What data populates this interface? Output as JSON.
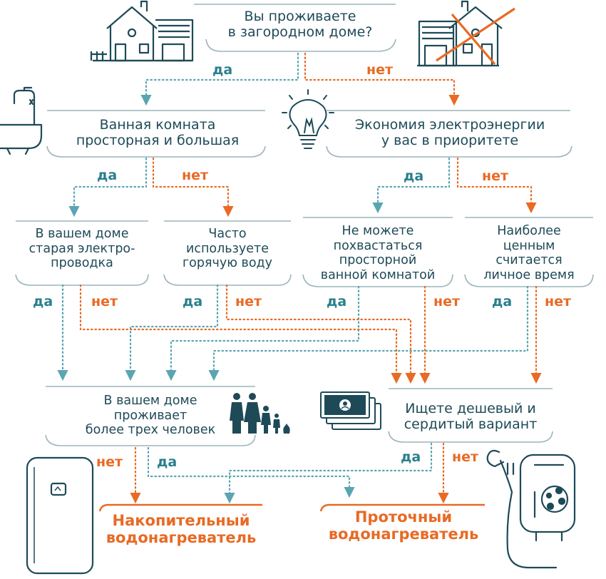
{
  "labels": {
    "yes": "да",
    "no": "нет"
  },
  "questions": {
    "q1": "Вы проживаете\nв загородном доме?",
    "q2": "Ванная комната\nпросторная и большая",
    "q3": "Экономия электроэнергии\nу вас в приоритете",
    "q4": "В вашем доме\nстарая электро-\nпроводка",
    "q5": "Часто\nиспользуете\nгорячую воду",
    "q6": "Не можете\nпохвастаться\nпросторной\nванной комнатой",
    "q7": "Наиболее\nценным\nсчитается\nличное время",
    "q8": "В вашем доме\nпроживает\nболее трех человек",
    "q9": "Ищете дешевый и\nсердитый вариант"
  },
  "results": {
    "storage": "Накопительный\nводонагреватель",
    "flow": "Проточный\nводонагреватель"
  },
  "colors": {
    "teal": "#2a7f8e",
    "dark": "#1e4a58",
    "orange": "#e86a24",
    "line": "#9ab5bc"
  },
  "icons": [
    "house-icon",
    "crossed-house-icon",
    "bathtub-icon",
    "lightbulb-icon",
    "family-icon",
    "money-icon",
    "storage-heater-icon",
    "instant-heater-icon"
  ]
}
